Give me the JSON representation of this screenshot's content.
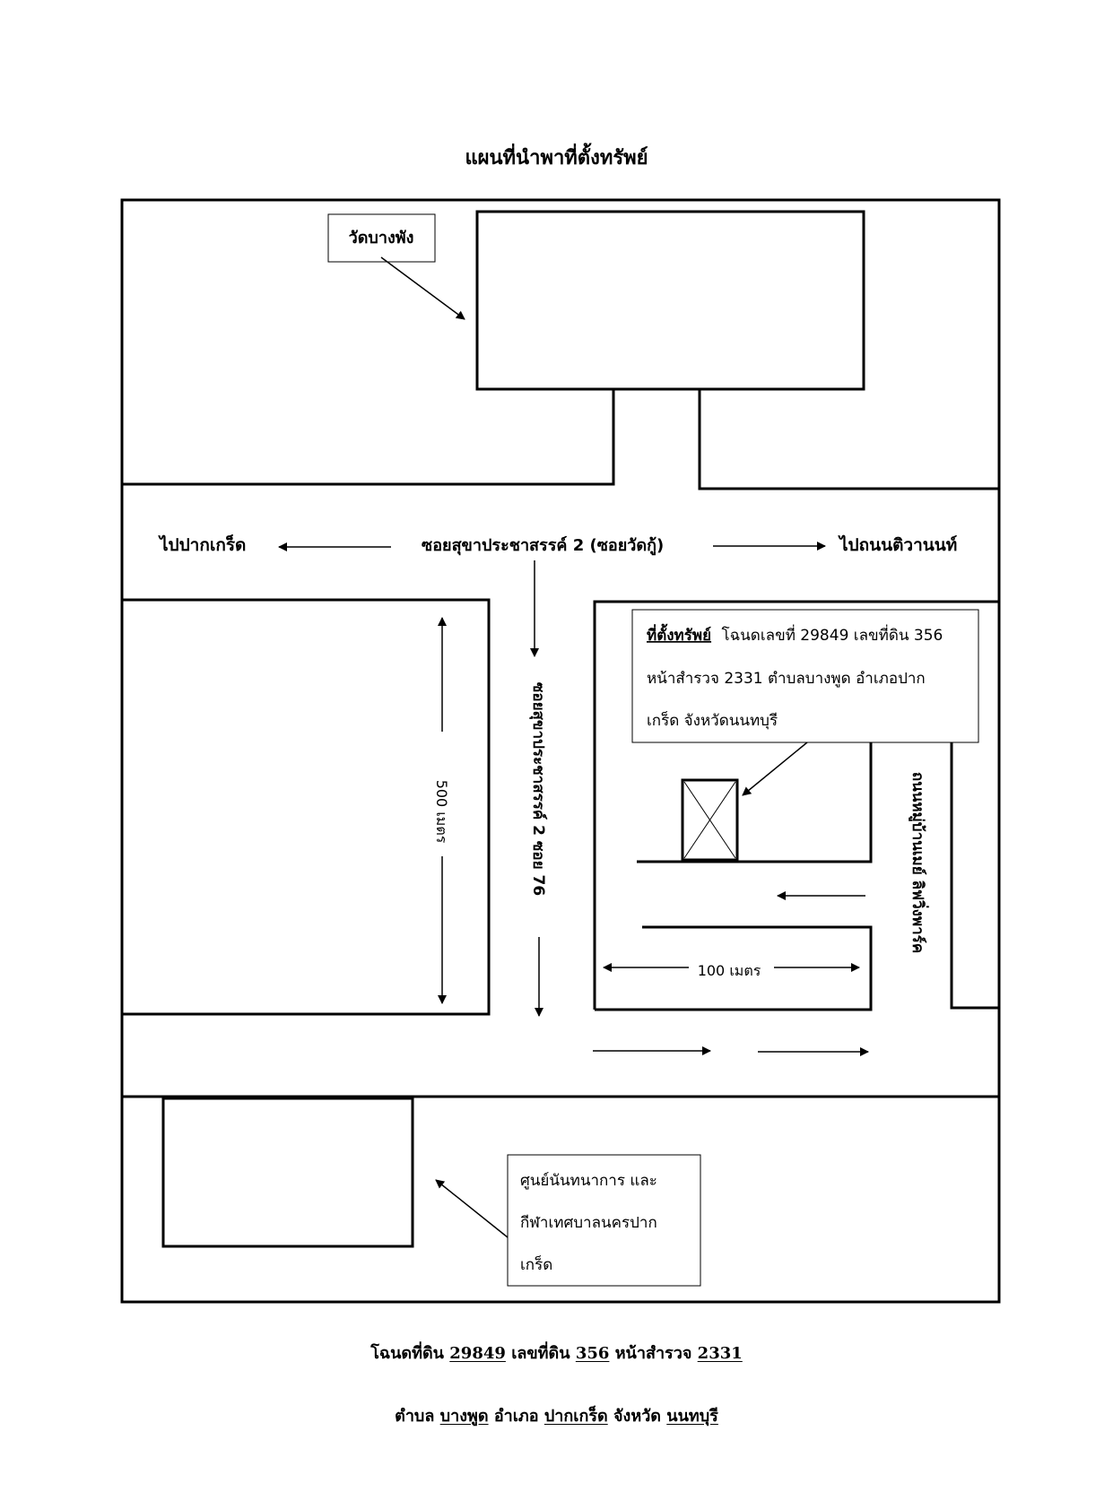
{
  "title": "แผนที่นำพาที่ตั้งทรัพย์",
  "labels": {
    "temple": "วัดบางพัง",
    "to_pakkret": "ไปปากเกร็ด",
    "main_soi": "ซอยสุขาประชาสรรค์ 2 (ซอยวัดกู้)",
    "to_tiwanon": "ไปถนนติวานนท์",
    "side_soi": "ซอยสุขาประชาสรรค์ 2 ซอย 76",
    "distance_500": "500 เมตร",
    "distance_100": "100 เมตร",
    "village": "ถนนหมู่บ้านเมย์ ลิฟวิ่งพาร์ค"
  },
  "property_box": {
    "heading": "ที่ตั้งทรัพย์",
    "line1": "โฉนดเลขที่ 29849 เลขที่ดิน 356",
    "line2": "หน้าสำรวจ 2331 ตำบลบางพูด อำเภอปาก",
    "line3": "เกร็ด จังหวัดนนทบุรี"
  },
  "center_box": {
    "line1": "ศูนย์นันทนาการ และ",
    "line2": "กีฬาเทศบาลนครปาก",
    "line3": "เกร็ด"
  },
  "footer": {
    "deed_label": "โฉนดที่ดิน",
    "deed_no": "29849",
    "land_label": "เลขที่ดิน",
    "land_no": "356",
    "survey_label": "หน้าสำรวจ",
    "survey_no": "2331",
    "subdistrict_label": "ตำบล",
    "subdistrict": "บางพูด",
    "district_label": "อำเภอ",
    "district": "ปากเกร็ด",
    "province_label": "จังหวัด",
    "province": "นนทบุรี"
  }
}
